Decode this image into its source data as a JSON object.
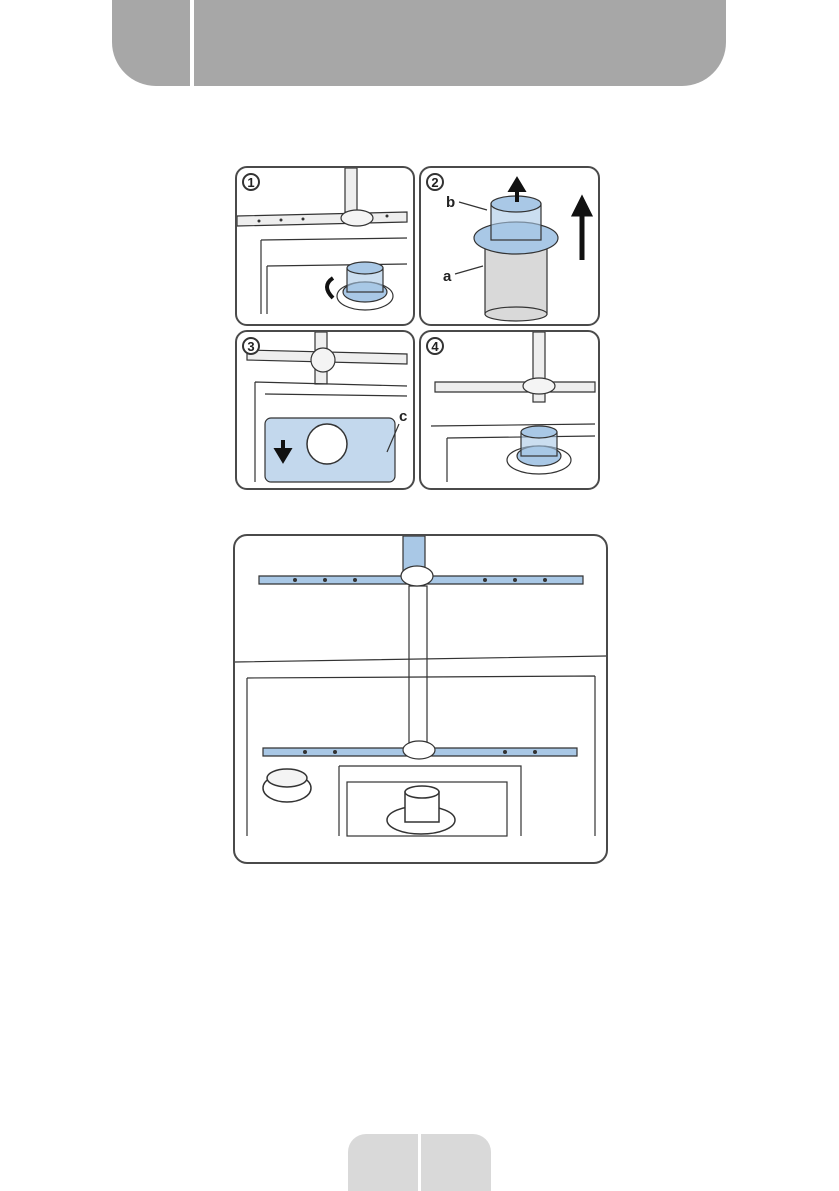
{
  "steps": [
    {
      "number": "1"
    },
    {
      "number": "2",
      "callouts": [
        "b",
        "a"
      ]
    },
    {
      "number": "3",
      "callouts": [
        "c"
      ]
    },
    {
      "number": "4"
    }
  ],
  "colors": {
    "header": "#a7a7a7",
    "filter_blue": "#a9c8e6",
    "outline": "#333333"
  },
  "icons": [
    "arrow-up-icon",
    "arrow-down-icon",
    "rotate-arrow-icon"
  ]
}
